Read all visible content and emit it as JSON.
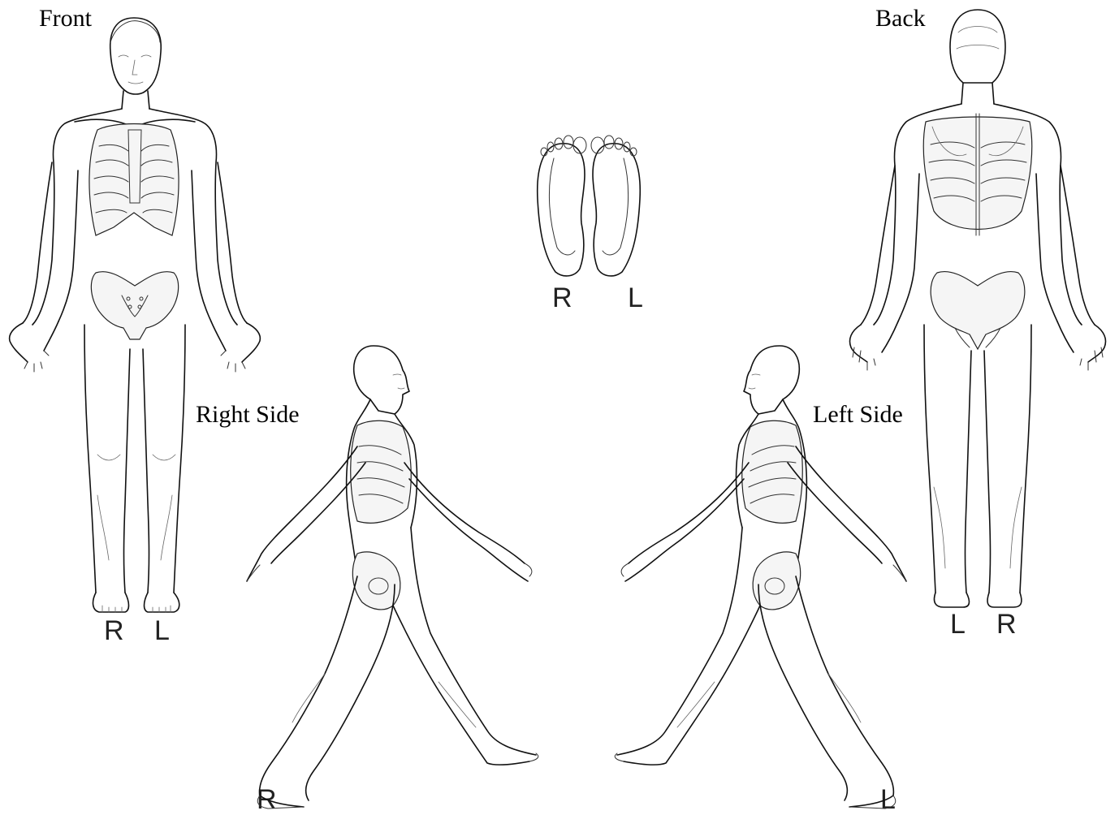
{
  "views": {
    "front": {
      "title": "Front",
      "right_label": "R",
      "left_label": "L"
    },
    "back": {
      "title": "Back",
      "left_label": "L",
      "right_label": "R"
    },
    "right_side": {
      "title": "Right Side",
      "foot_label": "R"
    },
    "left_side": {
      "title": "Left Side",
      "foot_label": "L"
    },
    "soles": {
      "right_label": "R",
      "left_label": "L"
    }
  },
  "colors": {
    "line": "#111111",
    "background": "#ffffff"
  }
}
